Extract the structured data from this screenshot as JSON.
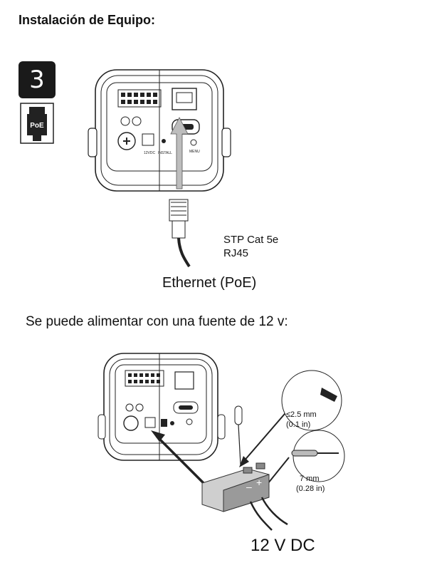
{
  "title": "Instalación de Equipo:",
  "step": {
    "number": "3",
    "icon": "poe-connector-icon",
    "icon_label": "PoE"
  },
  "figure_ethernet": {
    "cable_type": "STP Cat 5e",
    "connector": "RJ45",
    "caption": "Ethernet (PoE)",
    "panel_labels": {
      "power": "12VDC",
      "install": "INSTALL",
      "menu": "MENU"
    }
  },
  "power_text": "Se puede alimentar con una fuente  de 12 v:",
  "figure_power": {
    "strip_size": "≤2.5 mm",
    "strip_size_in": "(0.1 in)",
    "wire_strip": "7 mm",
    "wire_strip_in": "(0.28 in)",
    "caption": "12 V DC",
    "terminal_minus": "–",
    "terminal_plus": "+"
  }
}
